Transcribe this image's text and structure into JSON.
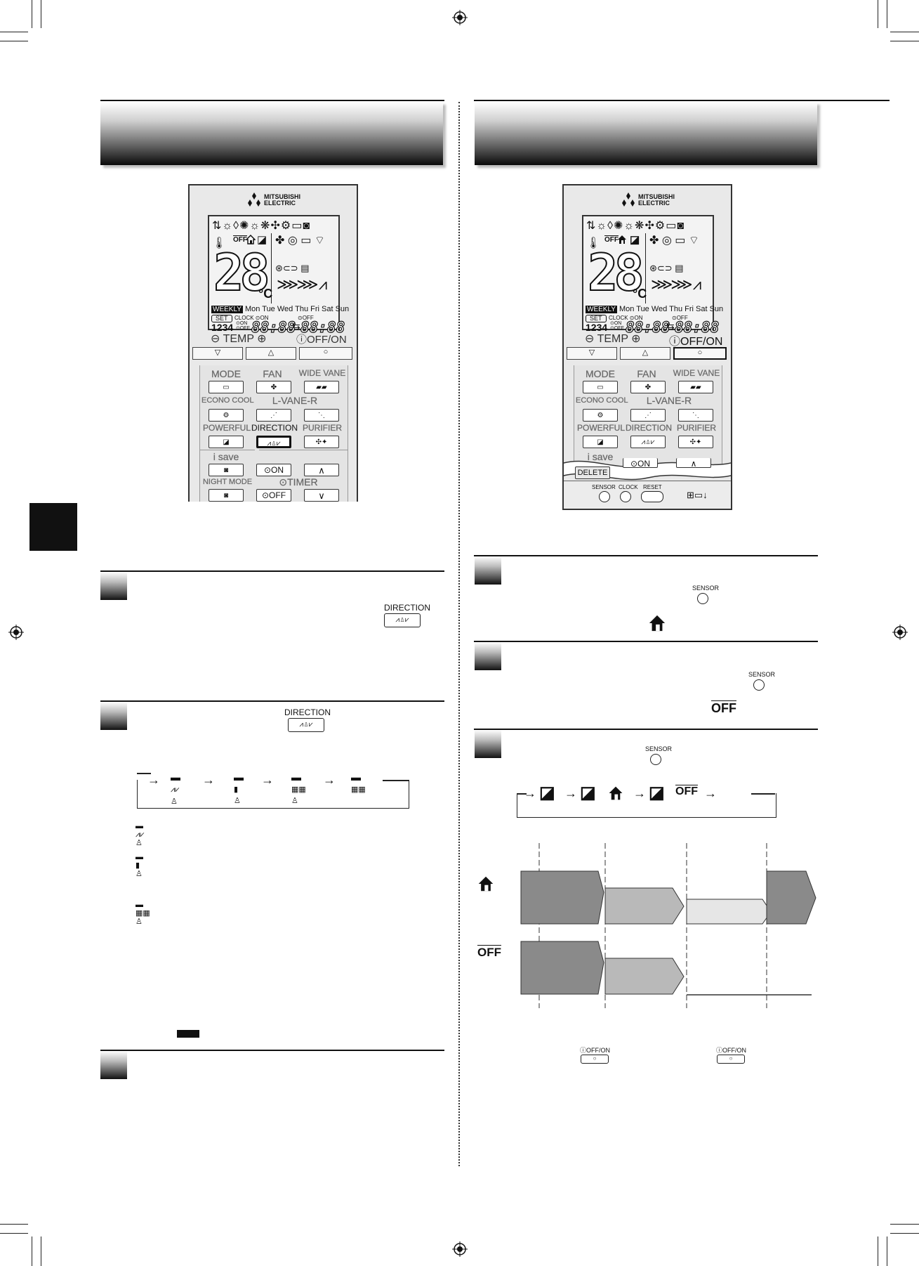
{
  "left_remote": {
    "brand": "MITSUBISHI\nELECTRIC",
    "lcd": {
      "temp": "28",
      "unit": "°C",
      "weekly": "WEEKLY",
      "days": "Mon Tue Wed Thu Fri Sat Sun",
      "set": "SET",
      "clock_on": "CLOCK ⊙ON",
      "off": "⊙OFF",
      "prog": "1234",
      "on_off": "⊙ON\n⊙OFF",
      "time1": "88:88",
      "time2": "88:88",
      "off_icon": "OFF"
    },
    "temp_row": {
      "minus": "⊖",
      "temp_label": "TEMP",
      "plus": "⊕",
      "power": "ⓘOFF/ON"
    },
    "hard_keys": [
      "▽",
      "△",
      "○"
    ],
    "labels": {
      "mode": "MODE",
      "fan": "FAN",
      "wide_vane": "WIDE VANE",
      "econo_cool": "ECONO COOL",
      "lvane": "L-VANE-R",
      "powerful": "POWERFUL",
      "direction": "DIRECTION",
      "purifier": "PURIFIER",
      "isave": "i save",
      "night_mode": "NIGHT MODE",
      "timer": "⊙TIMER",
      "on": "⊙ON",
      "off": "⊙OFF",
      "up": "∧",
      "down": "∨"
    }
  },
  "right_remote": {
    "brand": "MITSUBISHI\nELECTRIC",
    "lcd": {
      "temp": "28",
      "unit": "°C",
      "weekly": "WEEKLY",
      "days": "Mon Tue Wed Thu Fri Sat Sun",
      "set": "SET",
      "clock_on": "CLOCK ⊙ON",
      "off": "⊙OFF",
      "prog": "1234",
      "on_off": "⊙ON\n⊙OFF",
      "time1": "88:88",
      "time2": "88:88",
      "off_icon": "OFF"
    },
    "temp_row": {
      "minus": "⊖",
      "temp_label": "TEMP",
      "plus": "⊕",
      "power": "ⓘOFF/ON"
    },
    "hard_keys": [
      "▽",
      "△",
      "○"
    ],
    "labels": {
      "mode": "MODE",
      "fan": "FAN",
      "wide_vane": "WIDE VANE",
      "econo_cool": "ECONO COOL",
      "lvane": "L-VANE-R",
      "powerful": "POWERFUL",
      "direction": "DIRECTION",
      "purifier": "PURIFIER",
      "isave": "i save",
      "delete": "DELETE",
      "on": "⊙ON",
      "up": "∧",
      "sensor": "SENSOR",
      "clock": "CLOCK",
      "reset": "RESET"
    }
  },
  "left_steps": {
    "direction_label_1": "DIRECTION",
    "direction_label_2": "DIRECTION"
  },
  "right_steps": {
    "sensor_1": "SENSOR",
    "sensor_2": "SENSOR",
    "sensor_3": "SENSOR",
    "off_icon": "OFF",
    "off_icon_chart": "OFF",
    "offon_1": "ⓘOFF/ON",
    "offon_2": "ⓘOFF/ON"
  },
  "colors": {
    "tab": "#111111",
    "bar_dark": "#8a8a8a",
    "bar_mid": "#b9b9b9",
    "bar_light": "#e6e6e6"
  },
  "icons": [
    "registration-mark-icon",
    "mitsubishi-logo-icon",
    "direction-icon",
    "sensor-icon",
    "home-icon",
    "off-home-icon"
  ]
}
